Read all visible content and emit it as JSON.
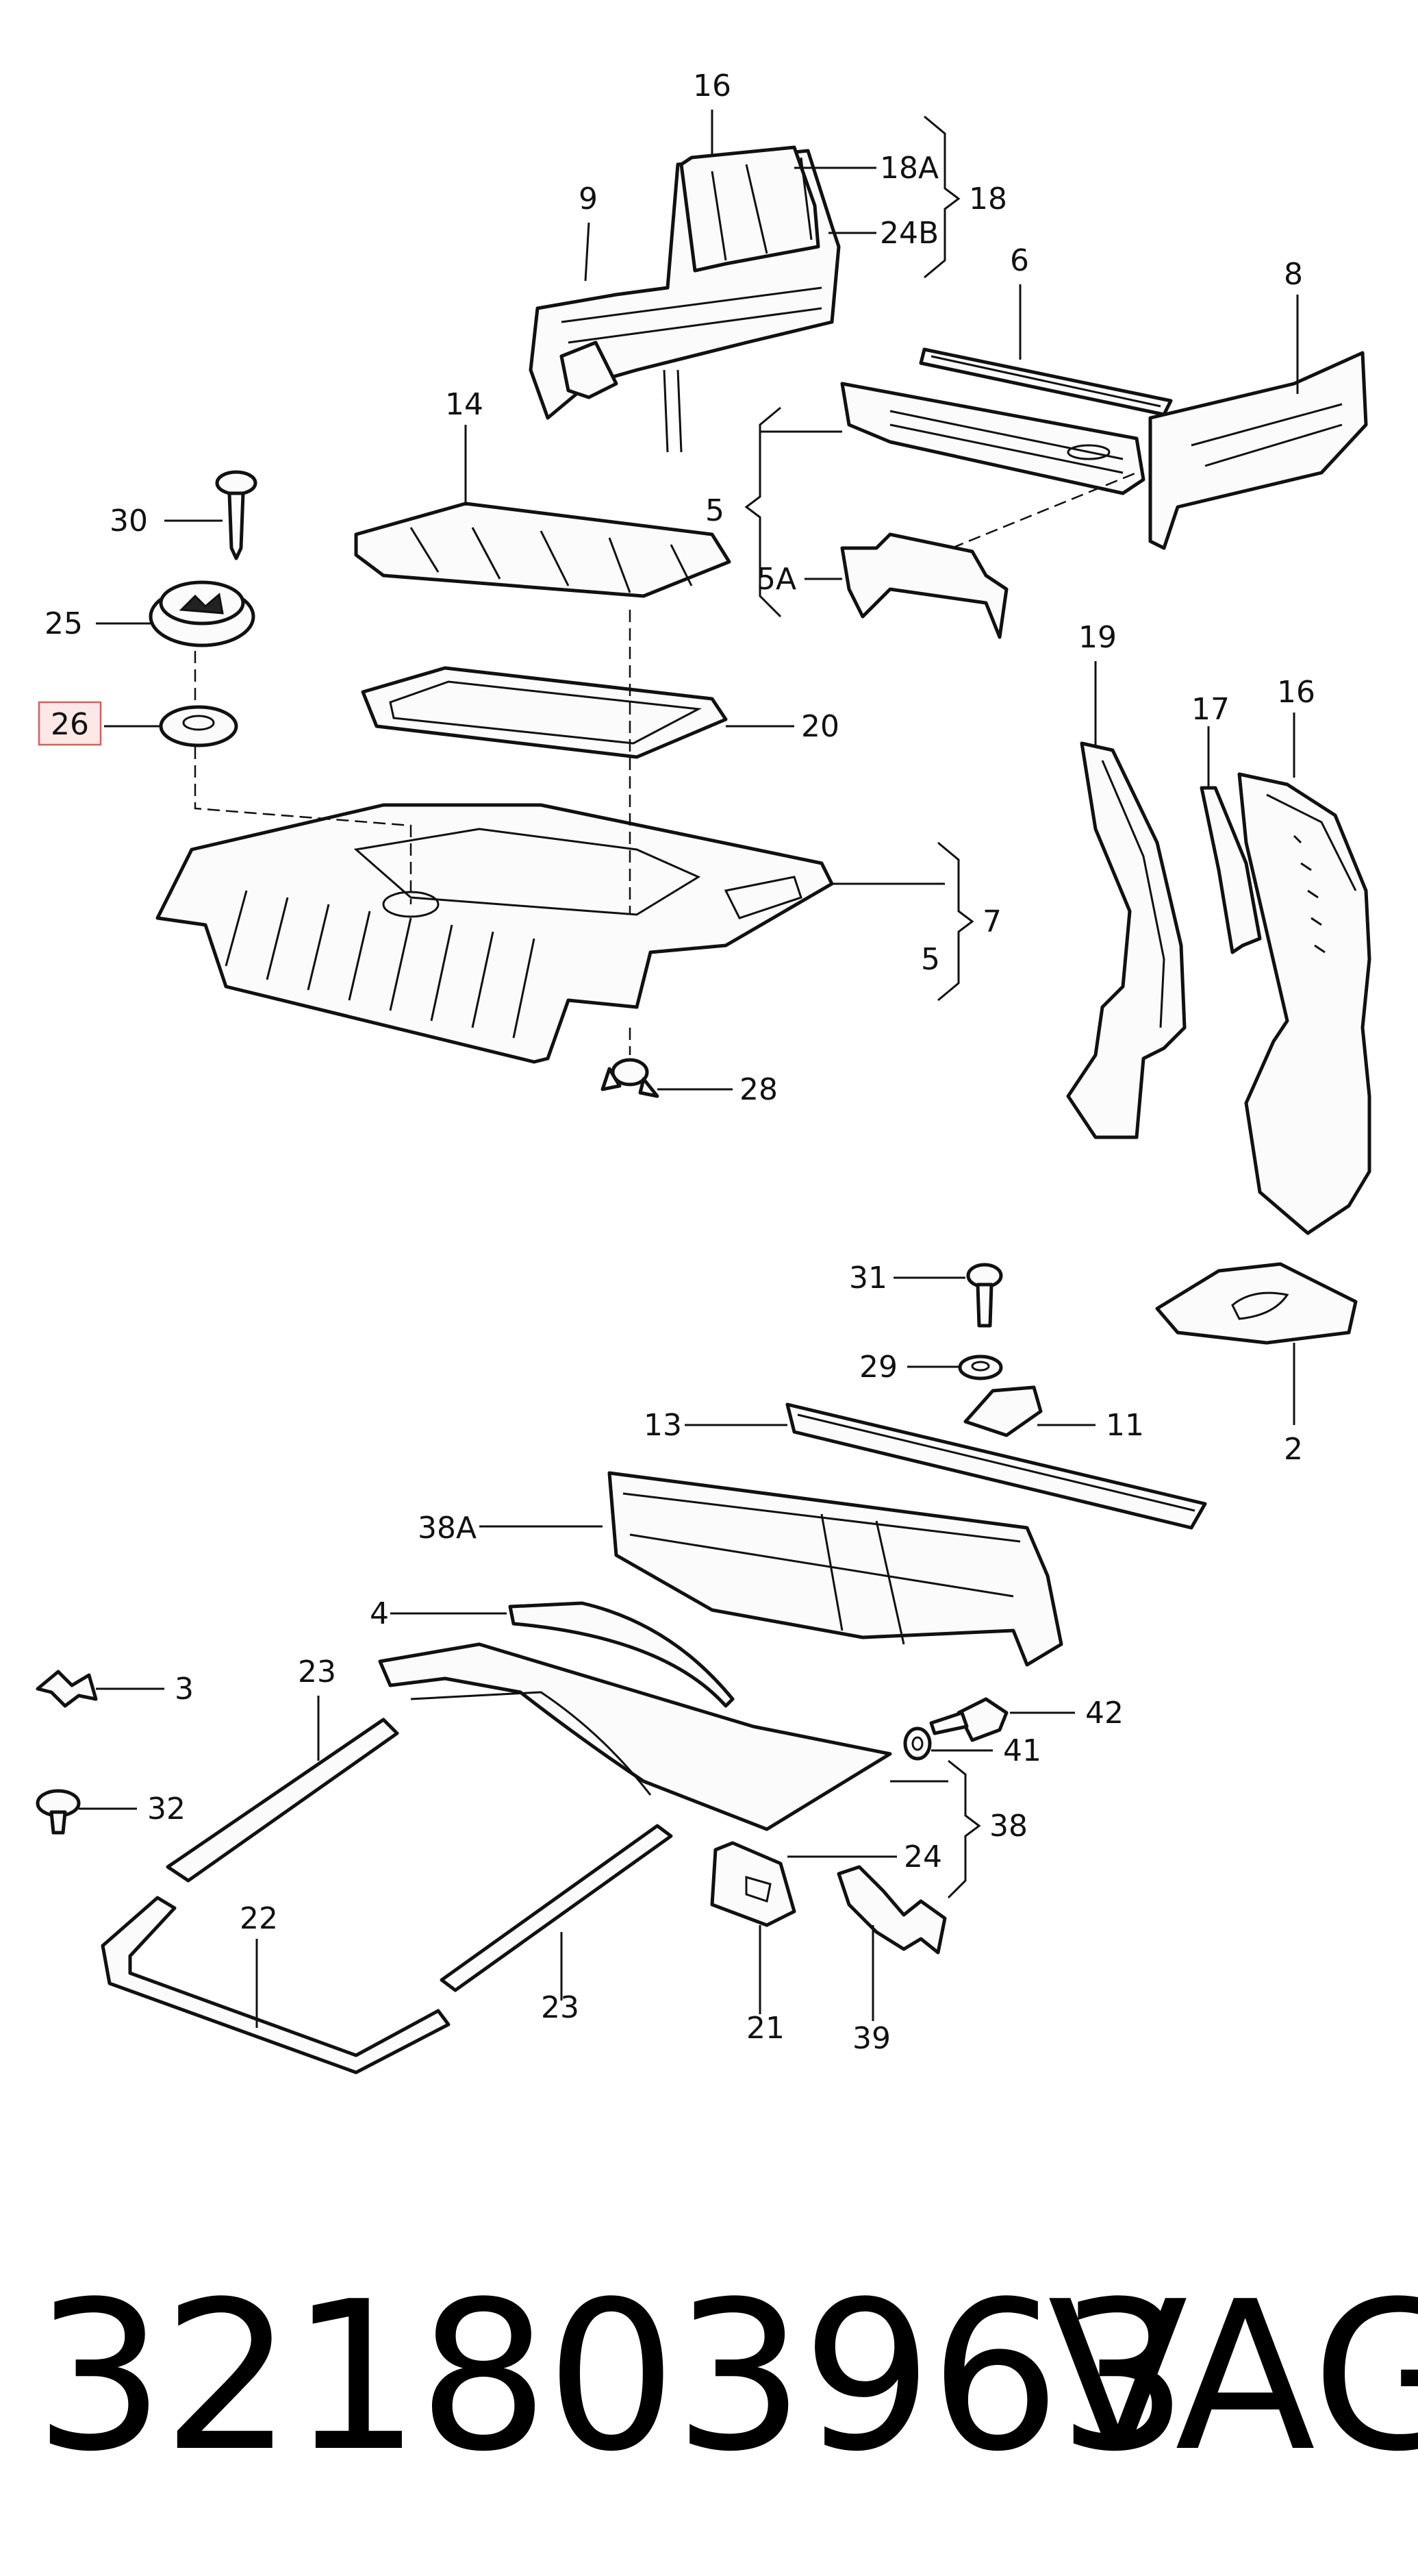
{
  "labels": {
    "l16a": "16",
    "l9": "9",
    "l18a": "18A",
    "l18": "18",
    "l24b": "24B",
    "l6": "6",
    "l8": "8",
    "l14": "14",
    "l30": "30",
    "l5a": "5",
    "l5A": "5A",
    "l25": "25",
    "l26": "26",
    "l20": "20",
    "l7": "7",
    "l5b": "5",
    "l19": "19",
    "l17": "17",
    "l16b": "16",
    "l28": "28",
    "l31": "31",
    "l29": "29",
    "l2": "2",
    "l13": "13",
    "l11": "11",
    "l38A": "38A",
    "l4": "4",
    "l3": "3",
    "l23a": "23",
    "l42": "42",
    "l41": "41",
    "l32": "32",
    "l38": "38",
    "l24": "24",
    "l22": "22",
    "l23b": "23",
    "l21": "21",
    "l39": "39"
  },
  "highlight": {
    "label": "26",
    "color": "#e05a5a"
  },
  "footer": {
    "part_number": "321803963",
    "brand": "VAG"
  }
}
